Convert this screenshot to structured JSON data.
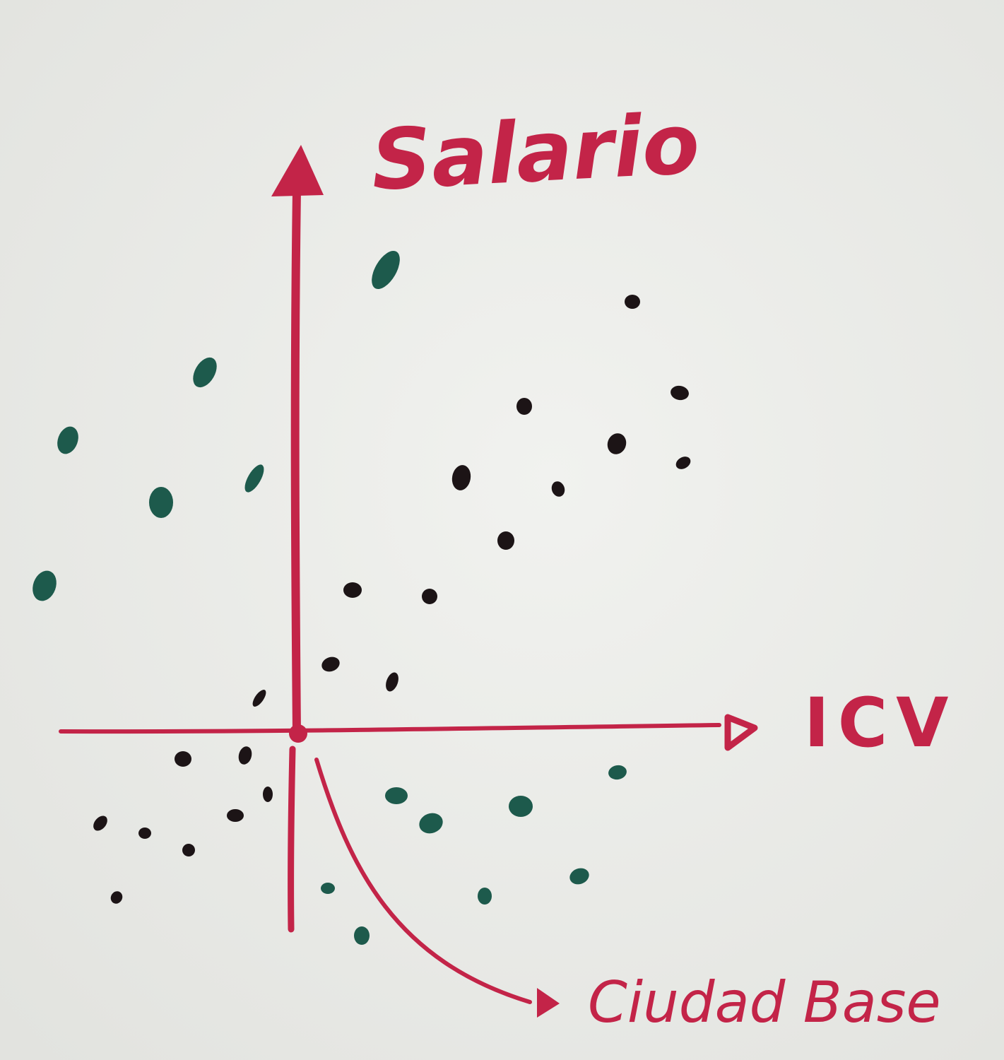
{
  "labels": {
    "y_axis": "Salario",
    "x_axis": "ICV",
    "origin_note": "Ciudad Base"
  },
  "colors": {
    "background": "#ebece9",
    "ink_red": "#c32448",
    "ink_black": "#1c1416",
    "ink_green": "#1d5a4c"
  }
}
